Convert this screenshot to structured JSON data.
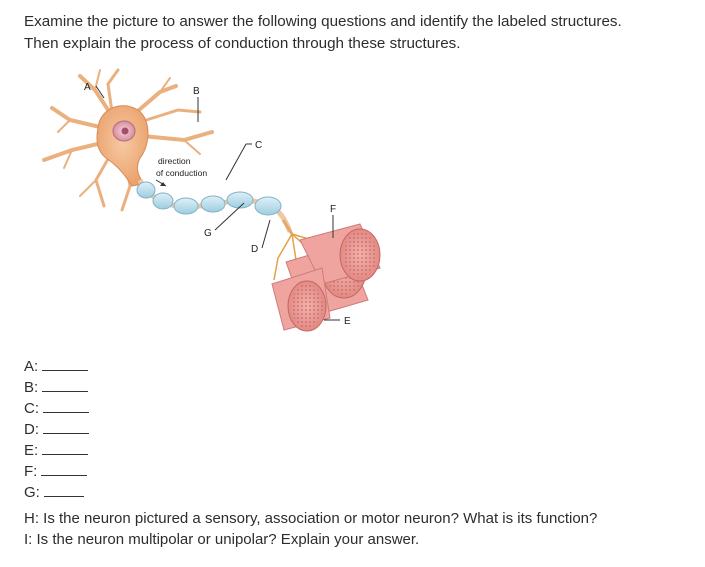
{
  "intro": {
    "line1": "Examine the picture to answer the following questions and identify the labeled structures.",
    "line2": "Then explain the process of conduction through these structures."
  },
  "figure": {
    "labels": {
      "A": "A",
      "B": "B",
      "C": "C",
      "D": "D",
      "E": "E",
      "F": "F",
      "G": "G"
    },
    "direction_line1": "direction",
    "direction_line2": "of conduction"
  },
  "answers": [
    {
      "label": "A:"
    },
    {
      "label": "B:"
    },
    {
      "label": "C:"
    },
    {
      "label": "D:"
    },
    {
      "label": "E:"
    },
    {
      "label": "F:"
    },
    {
      "label": "G:"
    }
  ],
  "questions": {
    "h": "H: Is the neuron pictured a sensory, association or motor neuron? What is its function?",
    "i": "I: Is the neuron multipolar or unipolar? Explain your answer."
  }
}
